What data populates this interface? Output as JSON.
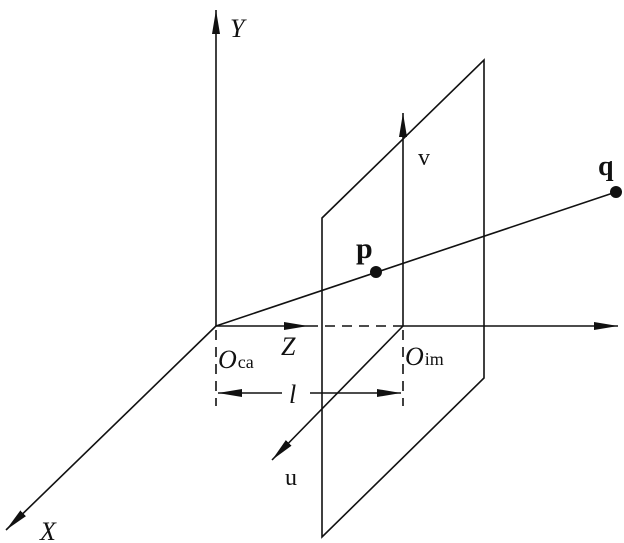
{
  "labels": {
    "y_axis": "Y",
    "x_axis": "X",
    "z_axis": "Z",
    "v_axis": "v",
    "u_axis": "u",
    "point_p": "p",
    "point_q": "q",
    "camera_origin_main": "O",
    "camera_origin_sub": "ca",
    "image_origin_main": "O",
    "image_origin_sub": "im",
    "distance": "l"
  },
  "colors": {
    "stroke": "#111111",
    "background": "#ffffff"
  }
}
